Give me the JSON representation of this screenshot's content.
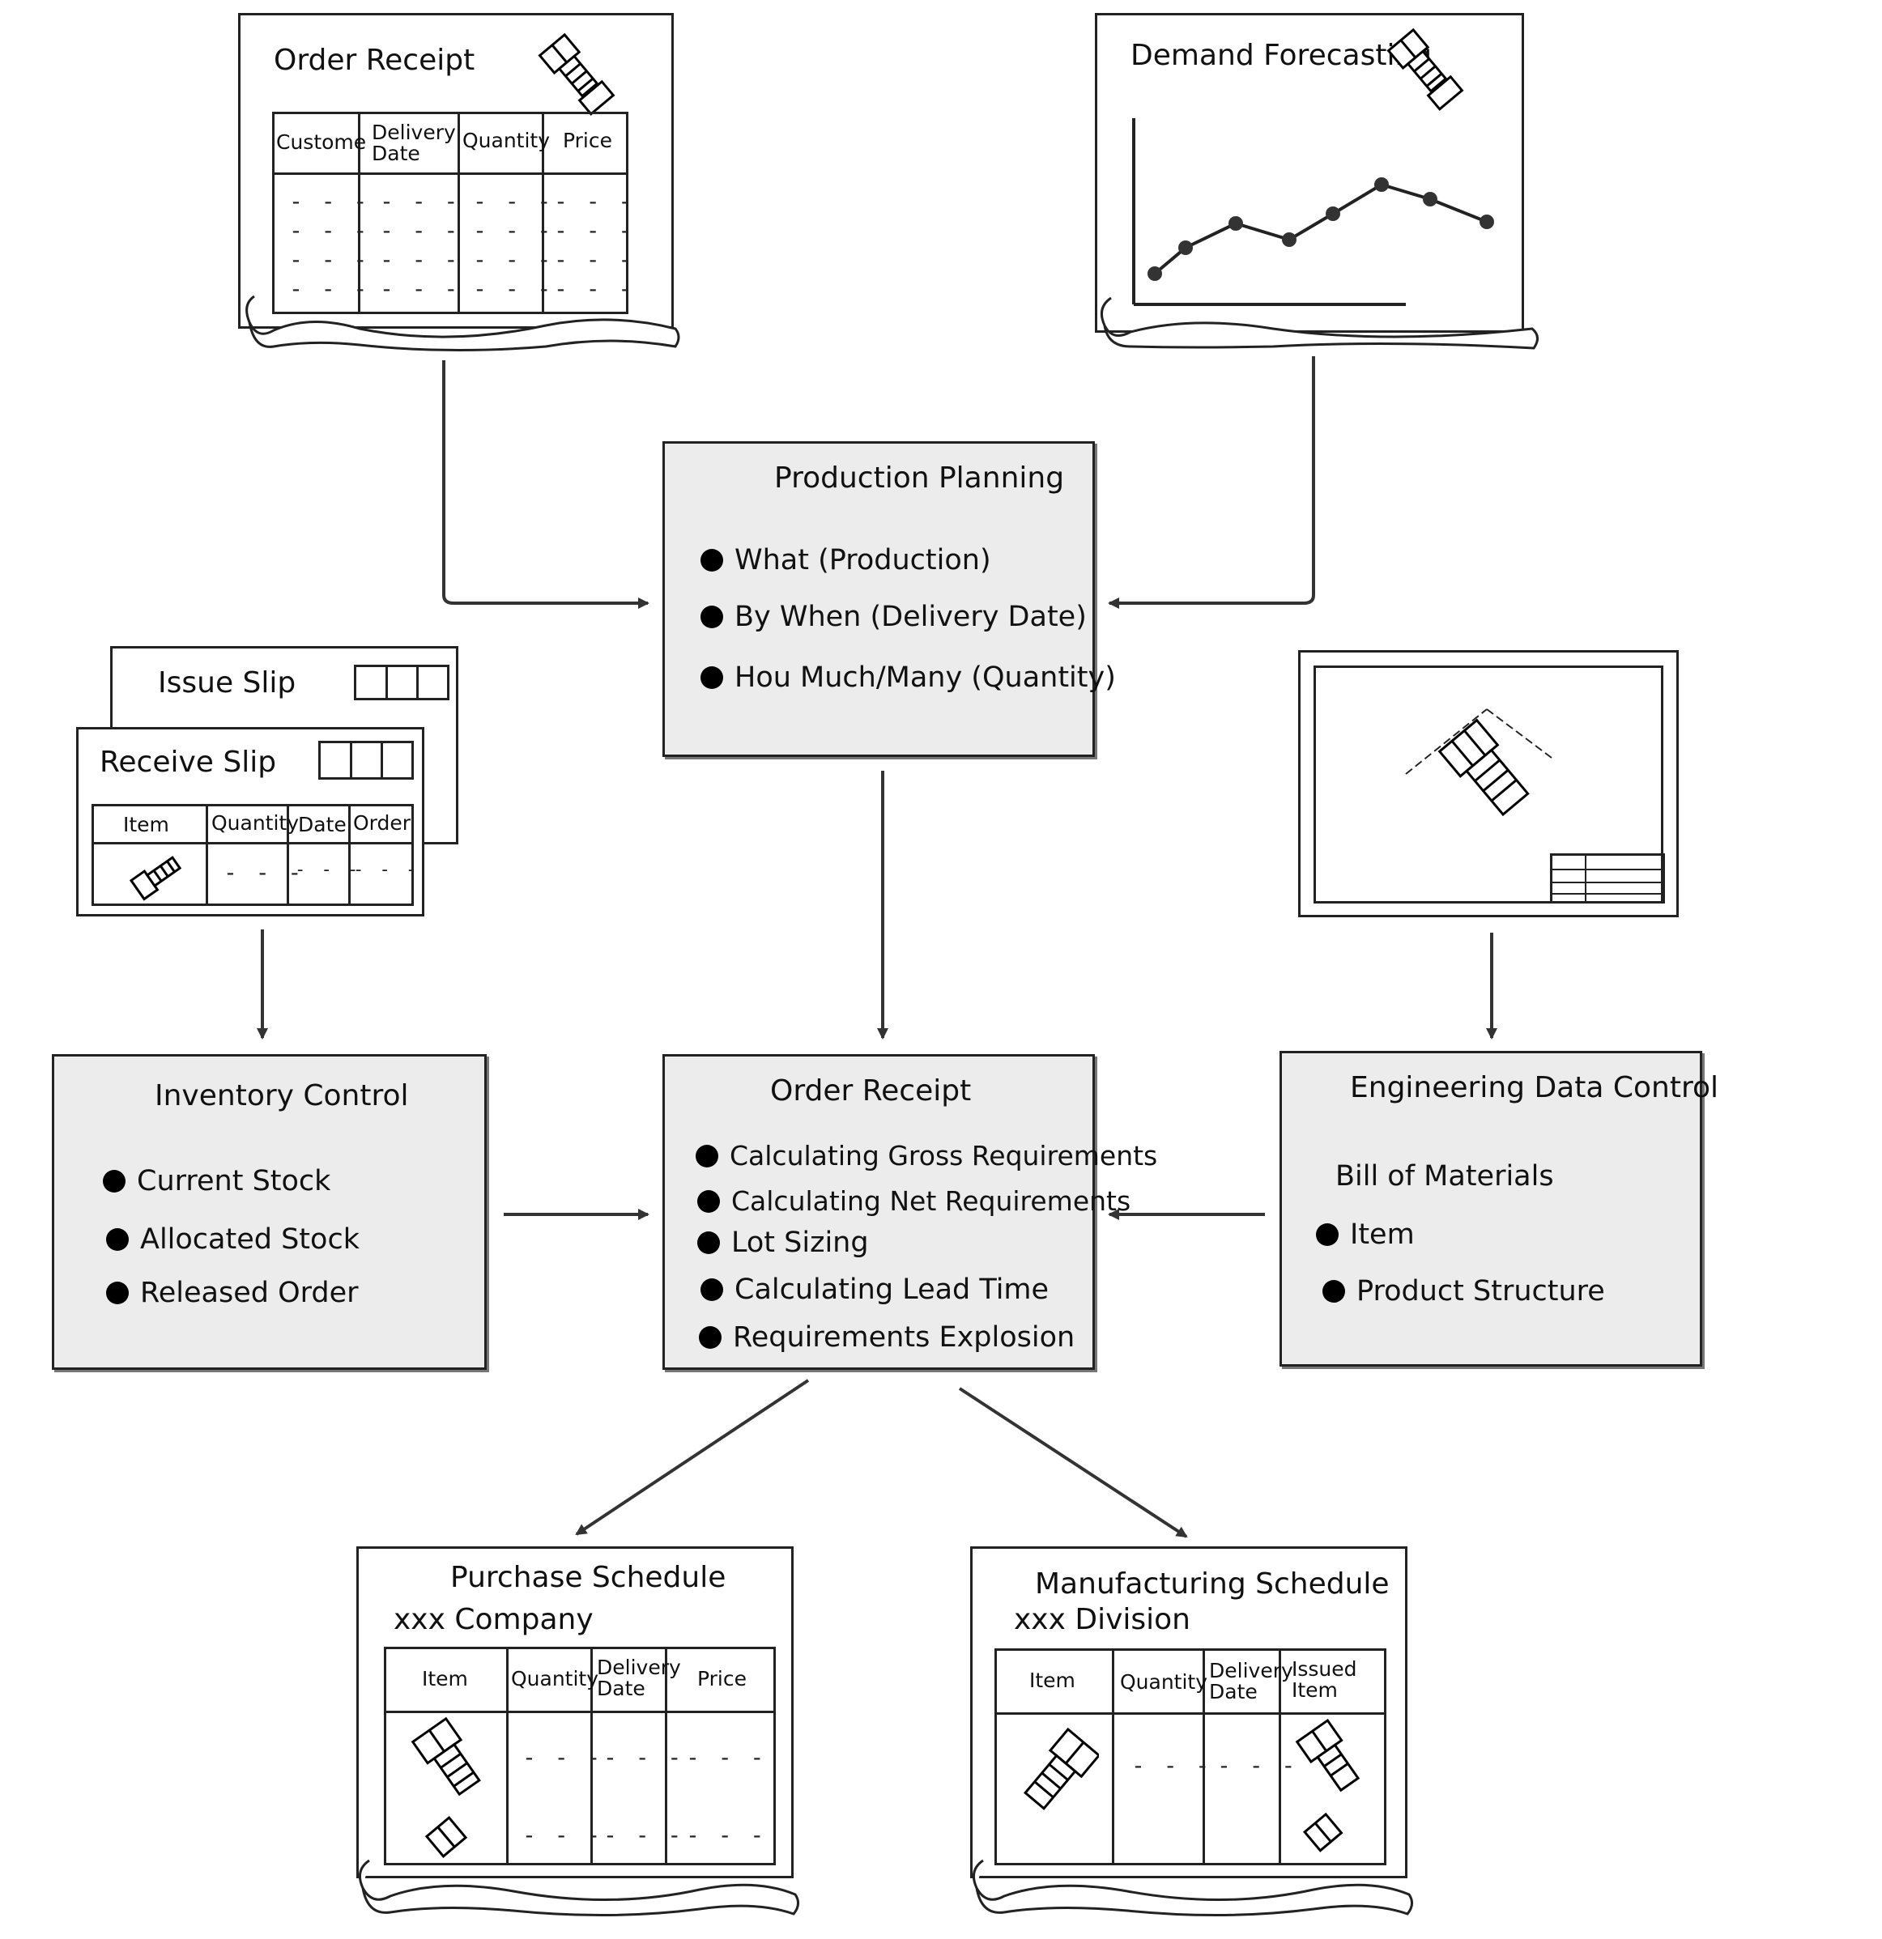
{
  "order_receipt_doc": {
    "title": "Order Receipt",
    "headers": [
      "Custome",
      "Delivery\nDate",
      "Quantity",
      "Price"
    ]
  },
  "demand_forecasting_doc": {
    "title": "Demand Forecasting"
  },
  "production_planning": {
    "title": "Production Planning",
    "items": [
      "What (Production)",
      "By When (Delivery Date)",
      "Hou Much/Many (Quantity)"
    ]
  },
  "issue_slip": {
    "title": "Issue Slip"
  },
  "receive_slip": {
    "title": "Receive Slip",
    "headers": [
      "Item",
      "Quantity",
      "Date",
      "Order"
    ]
  },
  "inventory_control": {
    "title": "Inventory Control",
    "items": [
      "Current Stock",
      "Allocated Stock",
      "Released Order"
    ]
  },
  "order_receipt_process": {
    "title": "Order Receipt",
    "items": [
      "Calculating Gross Requirements",
      "Calculating Net Requirements",
      "Lot Sizing",
      "Calculating Lead Time",
      "Requirements Explosion"
    ]
  },
  "engineering_data_control": {
    "title": "Engineering Data Control",
    "subtitle": "Bill of Materials",
    "items": [
      "Item",
      "Product Structure"
    ]
  },
  "purchase_schedule": {
    "title": "Purchase Schedule",
    "subtitle": "xxx Company",
    "headers": [
      "Item",
      "Quantity",
      "Delivery\nDate",
      "Price"
    ]
  },
  "manufacturing_schedule": {
    "title": "Manufacturing Schedule",
    "subtitle": "xxx Division",
    "headers": [
      "Item",
      "Quantity",
      "Delivery\nDate",
      "Issued\nItem"
    ]
  },
  "placeholder_dash": "- - -",
  "icons": [
    "bolt-icon",
    "nut-icon",
    "engineering-drawing-icon",
    "line-chart-icon"
  ]
}
